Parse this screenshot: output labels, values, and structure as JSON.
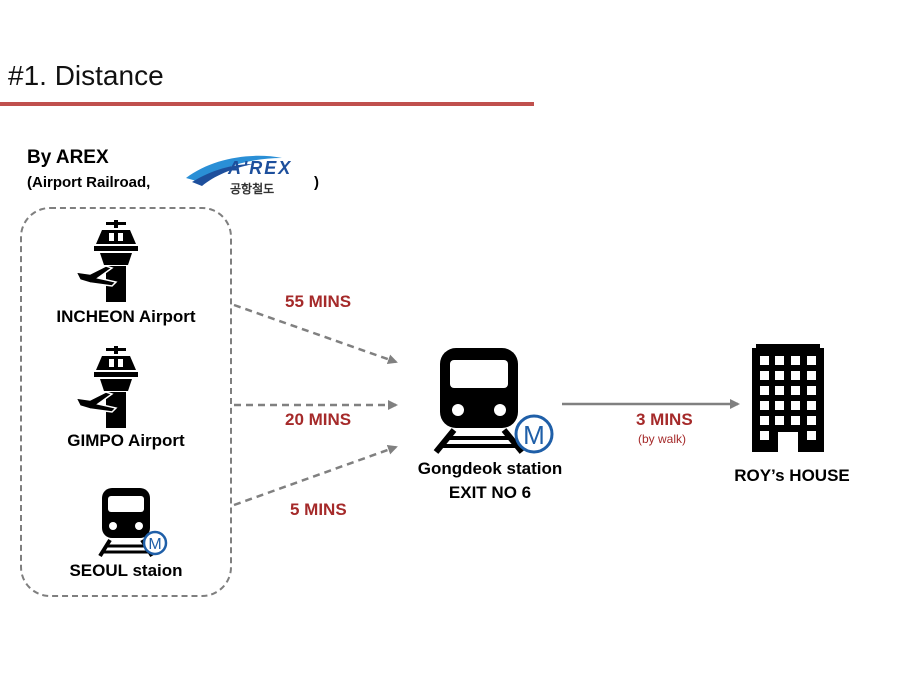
{
  "title": "#1. Distance",
  "arex": {
    "heading": "By AREX",
    "subtitle": "(Airport Railroad,",
    "subtitle_close": ")",
    "logo_text": "A'REX",
    "logo_korean": "공항철도"
  },
  "origins": [
    {
      "label": "INCHEON  Airport",
      "icon": "airport-tower-icon"
    },
    {
      "label": "GIMPO  Airport",
      "icon": "airport-tower-icon"
    },
    {
      "label": "SEOUL  staion",
      "icon": "metro-train-icon"
    }
  ],
  "times": [
    {
      "label": "55 MINS"
    },
    {
      "label": "20 MINS"
    },
    {
      "label": "5 MINS"
    }
  ],
  "station": {
    "name": "Gongdeok station",
    "exit": "EXIT NO 6",
    "icon": "metro-train-icon",
    "metro_badge": "M"
  },
  "walk": {
    "time": "3 MINS",
    "mode": "(by walk)"
  },
  "destination": {
    "label": "ROY’s HOUSE",
    "icon": "building-icon"
  },
  "colors": {
    "accent_rule": "#c0504d",
    "time_text": "#a52a2a",
    "metro_blue": "#1f5fa8",
    "arrow_gray": "#808080"
  }
}
